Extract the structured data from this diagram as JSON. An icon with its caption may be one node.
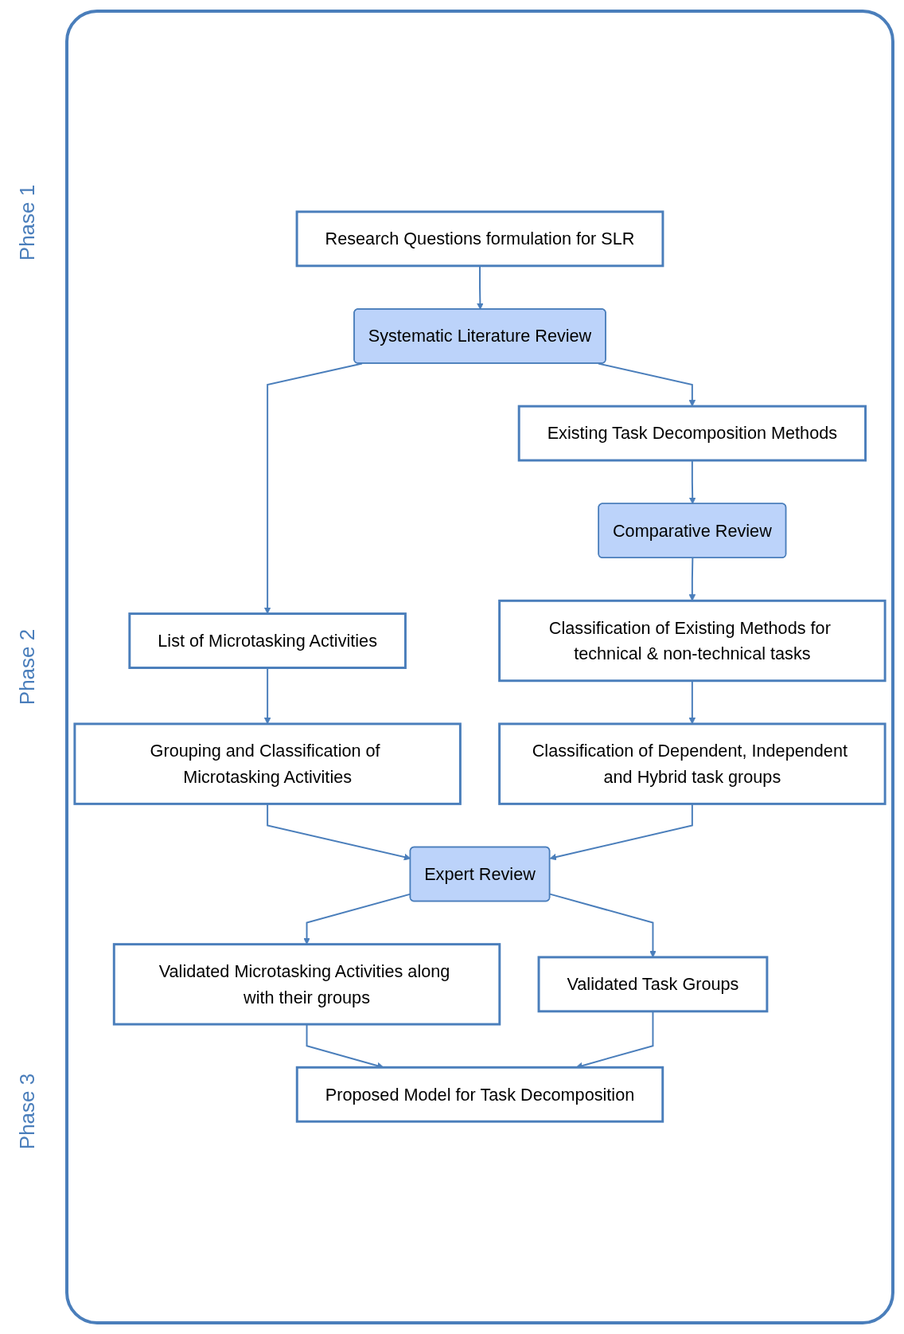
{
  "diagram": {
    "nodes": [
      {
        "text": [
          "Research Questions formulation for SLR"
        ]
      },
      {
        "text": [
          "Systematic Literature Review"
        ]
      },
      {
        "text": [
          "List of Microtasking Activities"
        ]
      },
      {
        "text": [
          "Existing Task Decomposition Methods"
        ]
      },
      {
        "text": [
          "Grouping and Classification of Microtasking Activities"
        ]
      },
      {
        "text": [
          "Comparative Review"
        ]
      },
      {
        "text": [
          "Classification of Existing Methods for technical & non-technical tasks"
        ]
      },
      {
        "text": [
          "Classification of Dependent, Independent and Hybrid task groups"
        ]
      },
      {
        "text": [
          "Expert Review"
        ]
      },
      {
        "text": [
          "Validated Microtasking Activities along with their groups"
        ]
      },
      {
        "text": [
          "Validated Task Groups"
        ]
      },
      {
        "text": [
          "Proposed Model for Task Decomposition"
        ]
      }
    ],
    "edges": [
      {
        "from": 0,
        "to": 1,
        "arrow": "to"
      },
      {
        "from": 1,
        "to": 2,
        "arrow": "to"
      },
      {
        "from": 1,
        "to": 3,
        "arrow": "to"
      },
      {
        "from": 2,
        "to": 4,
        "arrow": "to"
      },
      {
        "from": 3,
        "to": 5,
        "arrow": "to"
      },
      {
        "from": 5,
        "to": 6,
        "arrow": "to"
      },
      {
        "from": 6,
        "to": 7,
        "arrow": "to"
      },
      {
        "from": 4,
        "to": 8,
        "arrow": "to"
      },
      {
        "from": 7,
        "to": 8,
        "arrow": "to"
      },
      {
        "from": 8,
        "to": 9,
        "arrow": "to"
      },
      {
        "from": 8,
        "to": 10,
        "arrow": "to"
      },
      {
        "from": 9,
        "to": 11,
        "arrow": "to"
      },
      {
        "from": 10,
        "to": 11,
        "arrow": "to"
      }
    ],
    "labels": [
      "Phase 1",
      "Phase 2",
      "Phase 3"
    ]
  }
}
